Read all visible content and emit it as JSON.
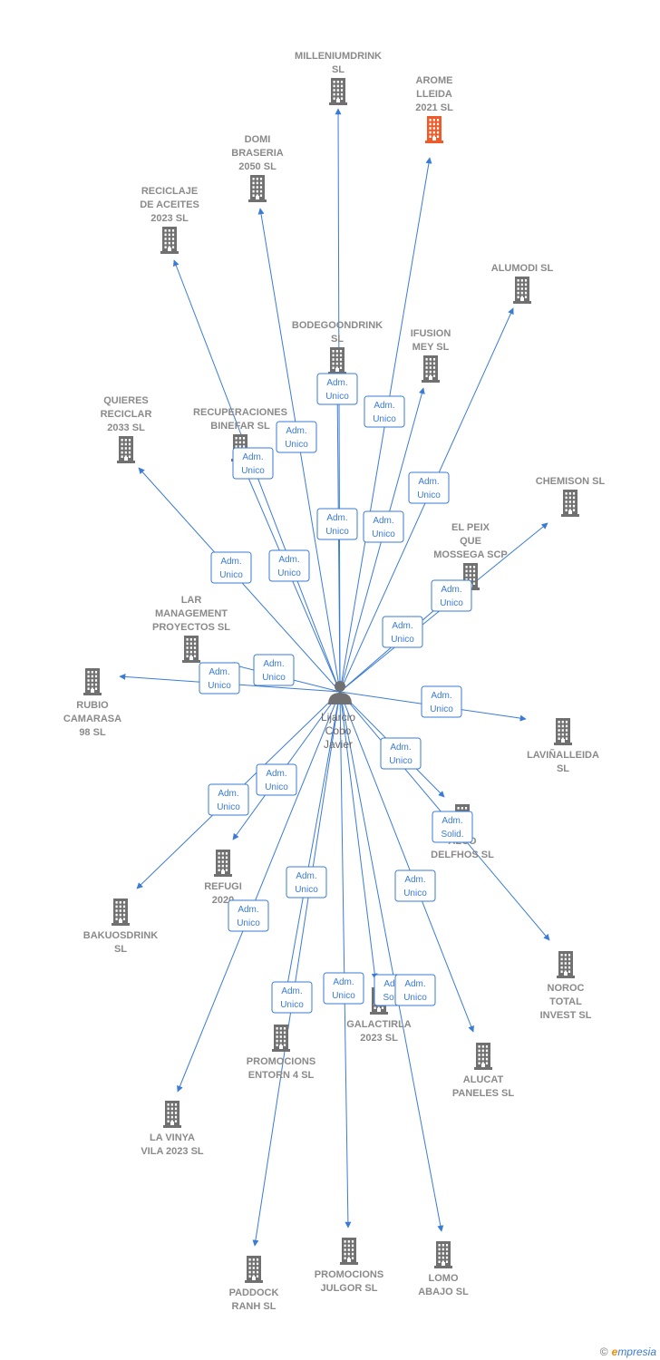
{
  "colors": {
    "edge": "#3a7bd5",
    "building": "#707070",
    "highlight": "#f05a28"
  },
  "center": {
    "name_lines": [
      "Lijarcio",
      "Cobo",
      "Javier"
    ],
    "icon": "person-icon"
  },
  "companies": [
    {
      "id": "milleniumdrink",
      "lines": [
        "MILLENIUMDRINK",
        "SL"
      ],
      "icon": "building-icon",
      "highlight": false
    },
    {
      "id": "arome-lleida",
      "lines": [
        "AROME",
        "LLEIDA",
        "2021  SL"
      ],
      "icon": "building-icon",
      "highlight": true
    },
    {
      "id": "domi-braseria",
      "lines": [
        "DOMI",
        "BRASERIA",
        "2050  SL"
      ],
      "icon": "building-icon",
      "highlight": false
    },
    {
      "id": "reciclaje-aceites",
      "lines": [
        "RECICLAJE",
        "DE ACEITES",
        "2023  SL"
      ],
      "icon": "building-icon",
      "highlight": false
    },
    {
      "id": "alumodi",
      "lines": [
        "ALUMODI SL"
      ],
      "icon": "building-icon",
      "highlight": false
    },
    {
      "id": "bodegoondrink",
      "lines": [
        "BODEGOONDRINK",
        "SL"
      ],
      "icon": "building-icon",
      "highlight": false
    },
    {
      "id": "ifusion-mey",
      "lines": [
        "IFUSION",
        "MEY SL"
      ],
      "icon": "building-icon",
      "highlight": false
    },
    {
      "id": "quieres-reciclar",
      "lines": [
        "QUIERES",
        "RECICLAR",
        "2033  SL"
      ],
      "icon": "building-icon",
      "highlight": false
    },
    {
      "id": "recuperaciones-binefar",
      "lines": [
        "RECUPERACIONES",
        "BINEFAR  SL"
      ],
      "icon": "building-icon",
      "highlight": false
    },
    {
      "id": "chemison",
      "lines": [
        "CHEMISON SL"
      ],
      "icon": "building-icon",
      "highlight": false
    },
    {
      "id": "el-peix",
      "lines": [
        "EL PEIX",
        "QUE",
        "MOSSEGA SCP"
      ],
      "icon": "building-icon",
      "highlight": false
    },
    {
      "id": "lar-management",
      "lines": [
        "LAR",
        "MANAGEMENT",
        "PROYECTOS SL"
      ],
      "icon": "building-icon",
      "highlight": false
    },
    {
      "id": "rubio-camarasa",
      "lines": [
        "RUBIO",
        "CAMARASA",
        "98  SL"
      ],
      "icon": "building-icon",
      "highlight": false
    },
    {
      "id": "lavinalleida",
      "lines": [
        "LAVIÑALLEIDA",
        "SL"
      ],
      "icon": "building-icon",
      "highlight": false
    },
    {
      "id": "alco-delfhos",
      "lines": [
        "ALCO",
        "DELFHOS  SL"
      ],
      "icon": "building-icon",
      "highlight": false
    },
    {
      "id": "refugi-2020",
      "lines": [
        "REFUGI",
        "2020"
      ],
      "icon": "building-icon",
      "highlight": false
    },
    {
      "id": "bakuosdrink",
      "lines": [
        "BAKUOSDRINK",
        "SL"
      ],
      "icon": "building-icon",
      "highlight": false
    },
    {
      "id": "noroc-total",
      "lines": [
        "NOROC",
        "TOTAL",
        "INVEST SL"
      ],
      "icon": "building-icon",
      "highlight": false
    },
    {
      "id": "galactirla",
      "lines": [
        "GALACTIRLA",
        "2023  SL"
      ],
      "icon": "building-icon",
      "highlight": false
    },
    {
      "id": "promocions-entorn",
      "lines": [
        "PROMOCIONS",
        "ENTORN 4 SL"
      ],
      "icon": "building-icon",
      "highlight": false
    },
    {
      "id": "alucat-paneles",
      "lines": [
        "ALUCAT",
        "PANELES  SL"
      ],
      "icon": "building-icon",
      "highlight": false
    },
    {
      "id": "la-vinya",
      "lines": [
        "LA VINYA",
        "VILA 2023  SL"
      ],
      "icon": "building-icon",
      "highlight": false
    },
    {
      "id": "promocions-julgor",
      "lines": [
        "PROMOCIONS",
        "JULGOR SL"
      ],
      "icon": "building-icon",
      "highlight": false
    },
    {
      "id": "lomo-abajo",
      "lines": [
        "LOMO",
        "ABAJO  SL"
      ],
      "icon": "building-icon",
      "highlight": false
    },
    {
      "id": "paddock-ranh",
      "lines": [
        "PADDOCK",
        "RANH  SL"
      ],
      "icon": "building-icon",
      "highlight": false
    }
  ],
  "relations": [
    {
      "target": "milleniumdrink",
      "lines": [
        "Adm.",
        "Unico"
      ]
    },
    {
      "target": "arome-lleida",
      "lines": [
        "Adm.",
        "Unico"
      ]
    },
    {
      "target": "domi-braseria",
      "lines": [
        "Adm.",
        "Unico"
      ]
    },
    {
      "target": "reciclaje-aceites",
      "lines": [
        "Adm.",
        "Unico"
      ]
    },
    {
      "target": "alumodi",
      "lines": [
        "Adm.",
        "Unico"
      ]
    },
    {
      "target": "bodegoondrink",
      "lines": [
        "Adm.",
        "Unico"
      ]
    },
    {
      "target": "ifusion-mey",
      "lines": [
        "Adm.",
        "Unico"
      ]
    },
    {
      "target": "quieres-reciclar",
      "lines": [
        "Adm.",
        "Unico"
      ]
    },
    {
      "target": "recuperaciones-binefar",
      "lines": [
        "Adm.",
        "Unico"
      ]
    },
    {
      "target": "chemison",
      "lines": [
        "Adm.",
        "Unico"
      ]
    },
    {
      "target": "el-peix",
      "lines": [
        "Adm.",
        "Unico"
      ]
    },
    {
      "target": "lar-management",
      "lines": [
        "Adm.",
        "Unico"
      ]
    },
    {
      "target": "rubio-camarasa",
      "lines": [
        "Adm.",
        "Unico"
      ]
    },
    {
      "target": "lavinalleida",
      "lines": [
        "Adm.",
        "Unico"
      ]
    },
    {
      "target": "alco-delfhos",
      "lines": [
        "Adm.",
        "Unico"
      ]
    },
    {
      "target": "refugi-2020",
      "lines": [
        "Adm.",
        "Unico"
      ]
    },
    {
      "target": "bakuosdrink",
      "lines": [
        "Adm.",
        "Unico"
      ]
    },
    {
      "target": "noroc-total",
      "lines": [
        "Adm.",
        "Solid."
      ]
    },
    {
      "target": "galactirla",
      "lines": [
        "Adm.",
        "Solid."
      ]
    },
    {
      "target": "promocions-entorn",
      "lines": [
        "Adm.",
        "Unico"
      ]
    },
    {
      "target": "alucat-paneles",
      "lines": [
        "Adm.",
        "Unico"
      ]
    },
    {
      "target": "la-vinya",
      "lines": [
        "Adm.",
        "Unico"
      ]
    },
    {
      "target": "promocions-julgor",
      "lines": [
        "Adm.",
        "Unico"
      ]
    },
    {
      "target": "lomo-abajo",
      "lines": [
        "Adm.",
        "Unico"
      ]
    },
    {
      "target": "paddock-ranh",
      "lines": [
        "Adm.",
        "Unico"
      ]
    }
  ],
  "footer": {
    "copyright": "©",
    "brand_initial": "e",
    "brand_rest": "mpresia"
  }
}
